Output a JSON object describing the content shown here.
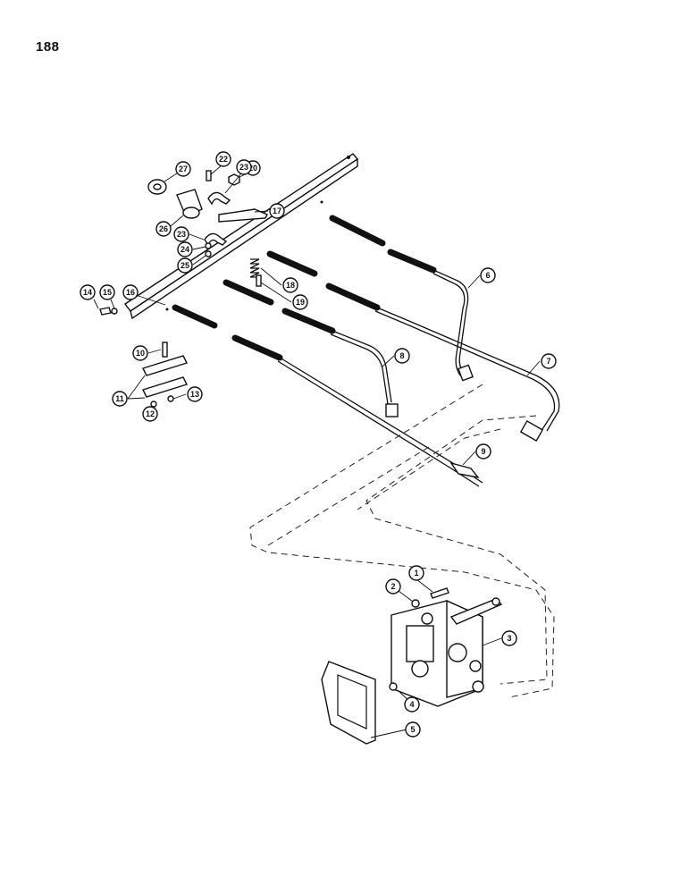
{
  "page": {
    "number": "188"
  },
  "callouts": [
    {
      "label": "1"
    },
    {
      "label": "2"
    },
    {
      "label": "3"
    },
    {
      "label": "4"
    },
    {
      "label": "5"
    },
    {
      "label": "6"
    },
    {
      "label": "7"
    },
    {
      "label": "8"
    },
    {
      "label": "9"
    },
    {
      "label": "10"
    },
    {
      "label": "11"
    },
    {
      "label": "11"
    },
    {
      "label": "12"
    },
    {
      "label": "13"
    },
    {
      "label": "14"
    },
    {
      "label": "15"
    },
    {
      "label": "16"
    },
    {
      "label": "17"
    },
    {
      "label": "18"
    },
    {
      "label": "19"
    },
    {
      "label": "20"
    },
    {
      "label": "22"
    },
    {
      "label": "23"
    },
    {
      "label": "23"
    },
    {
      "label": "24"
    },
    {
      "label": "25"
    },
    {
      "label": "26"
    },
    {
      "label": "27"
    }
  ]
}
